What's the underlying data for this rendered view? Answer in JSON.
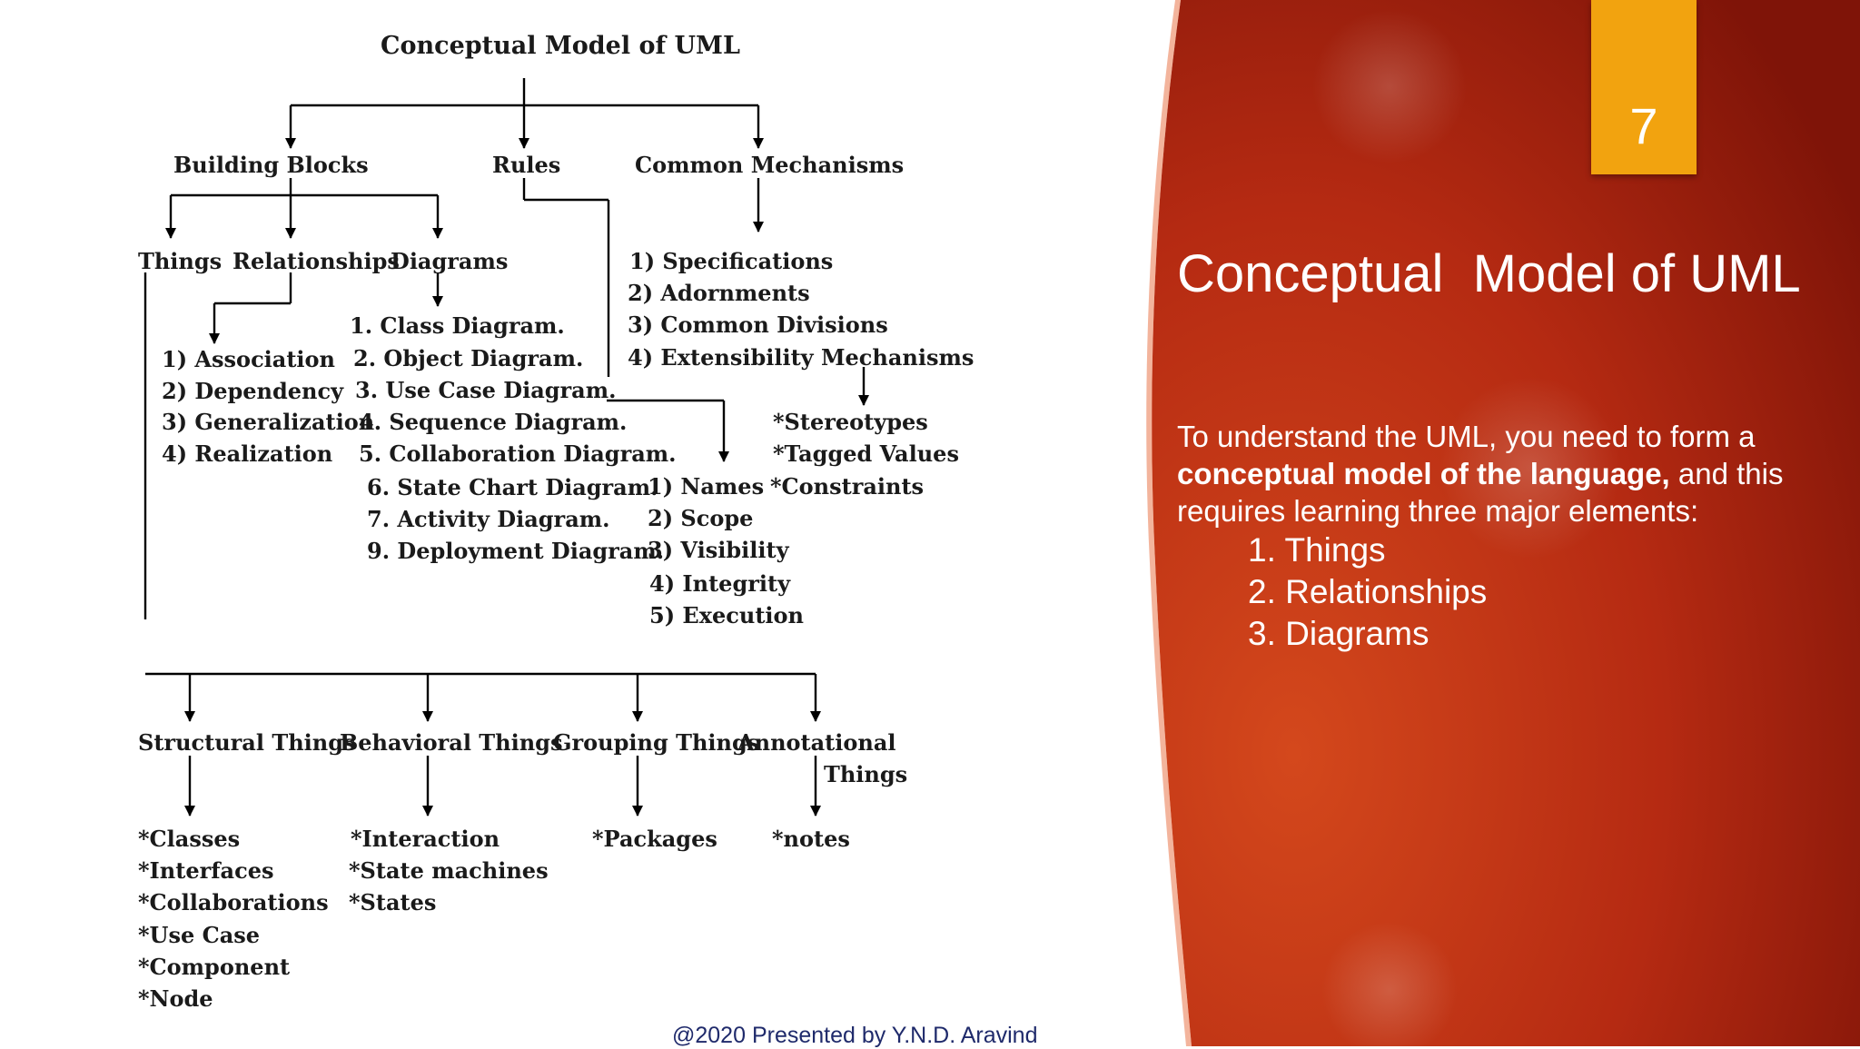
{
  "diagram": {
    "title": "Conceptual Model of UML",
    "branches": {
      "building_blocks": "Building Blocks",
      "rules": "Rules",
      "common_mechanisms": "Common Mechanisms"
    },
    "building_blocks_children": {
      "things": "Things",
      "relationships": "Relationships",
      "diagrams": "Diagrams"
    },
    "relationships": [
      "1) Association",
      "2) Dependency",
      "3) Generalization",
      "4) Realization"
    ],
    "diagrams": [
      "1. Class Diagram.",
      "2. Object Diagram.",
      "3. Use Case Diagram.",
      "4. Sequence Diagram.",
      "5. Collaboration Diagram.",
      "6. State Chart Diagram.",
      "7. Activity Diagram.",
      "9. Deployment Diagram."
    ],
    "common_mechanisms": [
      "1) Specifications",
      "2) Adornments",
      "3) Common Divisions",
      "4) Extensibility Mechanisms"
    ],
    "extensibility": [
      "*Stereotypes",
      "*Tagged Values",
      "*Constraints"
    ],
    "rules": [
      "1) Names",
      "2) Scope",
      "3) Visibility",
      "4) Integrity",
      "5) Execution"
    ],
    "thing_kinds": {
      "structural": "Structural Things",
      "behavioral": "Behavioral Things",
      "grouping": "Grouping Things",
      "annotational_1": "Annotational",
      "annotational_2": "Things"
    },
    "structural_items": [
      "*Classes",
      "*Interfaces",
      "*Collaborations",
      "*Use Case",
      "*Component",
      "*Node"
    ],
    "behavioral_items": [
      "*Interaction",
      "*State machines",
      "*States"
    ],
    "grouping_items": [
      "*Packages"
    ],
    "annotational_items": [
      "*notes"
    ]
  },
  "footer": "@2020 Presented by Y.N.D. Aravind",
  "slide_number": "7",
  "panel": {
    "title": "Conceptual  Model of UML",
    "intro_before": "To understand the UML, you need to form a ",
    "intro_bold": "conceptual model of the language,",
    "intro_after": " and  this requires learning three major elements:",
    "elements": [
      "1. Things",
      "2. Relationships",
      "3. Diagrams"
    ]
  },
  "colors": {
    "panel_dark": "#7f1408",
    "panel_mid": "#b52a12",
    "panel_light": "#d4481c",
    "number_box": "#f2a30f",
    "footer_text": "#1f2a6b"
  }
}
